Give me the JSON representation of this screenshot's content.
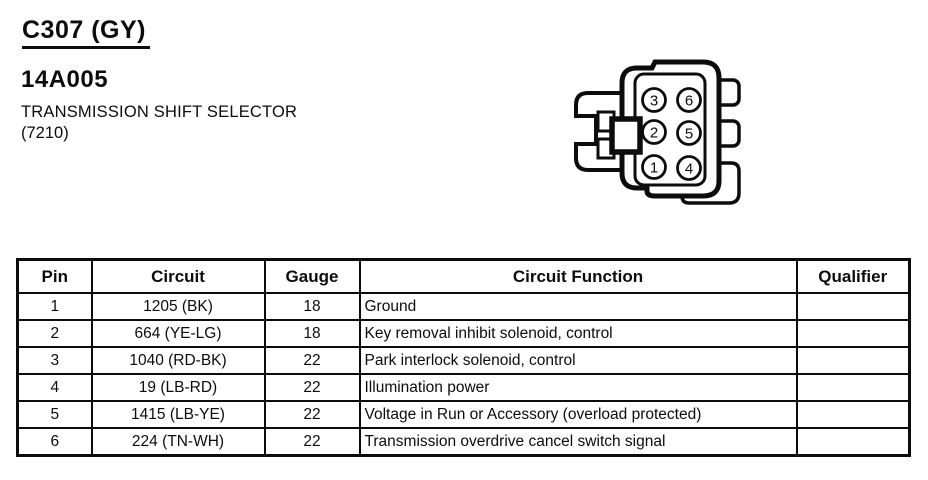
{
  "header": {
    "connector_id": "C307 (GY)",
    "part_number": "14A005",
    "component_name": "TRANSMISSION SHIFT SELECTOR",
    "base_part_number": "(7210)"
  },
  "connector_diagram": {
    "description": "6-cavity connector face view, 2 columns x 3 rows",
    "pin_numbers": [
      "3",
      "6",
      "2",
      "5",
      "1",
      "4"
    ]
  },
  "pin_table": {
    "headers": [
      "Pin",
      "Circuit",
      "Gauge",
      "Circuit Function",
      "Qualifier"
    ],
    "rows": [
      {
        "pin": "1",
        "circuit": "1205 (BK)",
        "gauge": "18",
        "function": "Ground",
        "qualifier": ""
      },
      {
        "pin": "2",
        "circuit": "664 (YE-LG)",
        "gauge": "18",
        "function": "Key removal inhibit solenoid, control",
        "qualifier": ""
      },
      {
        "pin": "3",
        "circuit": "1040 (RD-BK)",
        "gauge": "22",
        "function": "Park interlock solenoid, control",
        "qualifier": ""
      },
      {
        "pin": "4",
        "circuit": "19 (LB-RD)",
        "gauge": "22",
        "function": "Illumination power",
        "qualifier": ""
      },
      {
        "pin": "5",
        "circuit": "1415 (LB-YE)",
        "gauge": "22",
        "function": "Voltage in Run or Accessory (overload protected)",
        "qualifier": ""
      },
      {
        "pin": "6",
        "circuit": "224 (TN-WH)",
        "gauge": "22",
        "function": "Transmission overdrive cancel switch signal",
        "qualifier": ""
      }
    ]
  },
  "colors": {
    "ink": "#0c0c0c",
    "paper": "#ffffff"
  }
}
